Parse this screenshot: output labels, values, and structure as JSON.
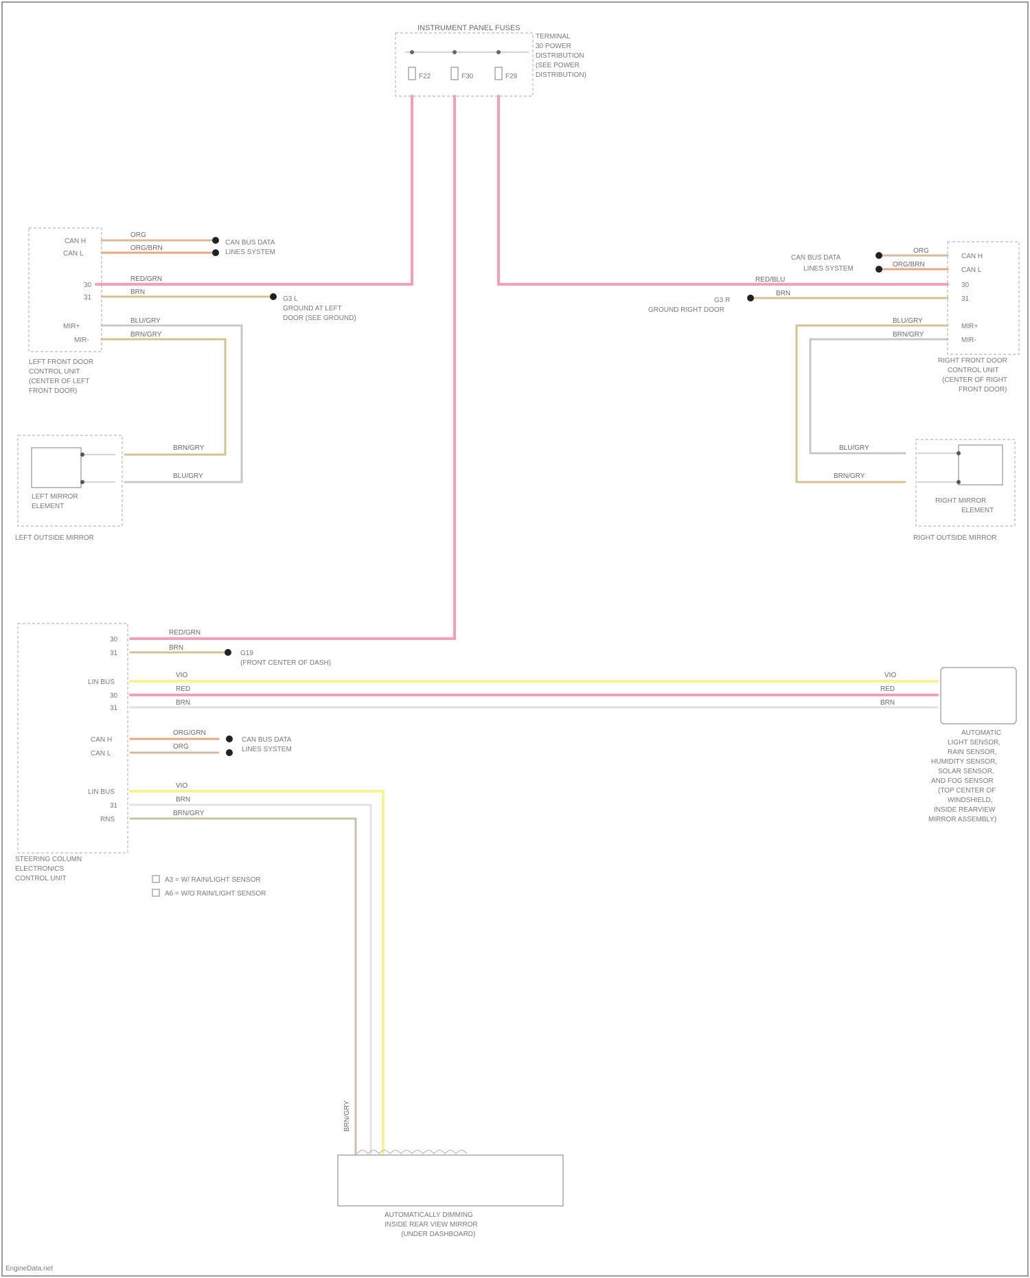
{
  "footer": {
    "watermark": "EngineData.net"
  },
  "fuse_panel": {
    "title": "INSTRUMENT PANEL FUSES",
    "fuses": [
      "F22",
      "F30",
      "F29"
    ],
    "note": [
      "TERMINAL",
      "30 POWER",
      "DISTRIBUTION",
      "(SEE POWER",
      "DISTRIBUTION)"
    ]
  },
  "left_door": {
    "pins": [
      "CAN H",
      "CAN L",
      "30",
      "31",
      "MIR+",
      "MIR-"
    ],
    "wire_colors": [
      "ORG",
      "ORG/BRN",
      "RED/GRN",
      "BRN",
      "BLU/GRY",
      "BRN/GRY"
    ],
    "bus_note": [
      "CAN BUS DATA",
      "LINES SYSTEM"
    ],
    "ground_note": [
      "G3 L",
      "GROUND AT LEFT",
      "DOOR (SEE GROUND)"
    ],
    "module_label": [
      "LEFT FRONT DOOR",
      "CONTROL UNIT",
      "(CENTER OF LEFT",
      "FRONT DOOR)"
    ]
  },
  "left_mirror": {
    "wire_colors": [
      "BRN/GRY",
      "BLU/GRY"
    ],
    "element_label": [
      "LEFT MIRROR",
      "ELEMENT"
    ],
    "assembly_label": "LEFT OUTSIDE MIRROR"
  },
  "right_door": {
    "pins": [
      "CAN H",
      "CAN L",
      "30",
      "31",
      "MIR+",
      "MIR-"
    ],
    "wire_colors": [
      "ORG",
      "ORG/BRN",
      "RED/BLU",
      "BRN",
      "BLU/GRY",
      "BRN/GRY"
    ],
    "bus_note": [
      "CAN BUS DATA",
      "LINES SYSTEM"
    ],
    "ground_note": [
      "G3 R",
      "GROUND RIGHT DOOR"
    ],
    "module_label": [
      "RIGHT FRONT DOOR",
      "CONTROL UNIT",
      "(CENTER OF RIGHT",
      "FRONT DOOR)"
    ]
  },
  "right_mirror": {
    "wire_colors": [
      "BLU/GRY",
      "BRN/GRY"
    ],
    "element_label": [
      "RIGHT MIRROR",
      "ELEMENT"
    ],
    "assembly_label": "RIGHT OUTSIDE MIRROR"
  },
  "steering_column": {
    "pins": [
      "30",
      "31",
      "LIN BUS",
      "30",
      "31",
      "CAN H",
      "CAN L",
      "LIN BUS",
      "31",
      "RNS"
    ],
    "wire_colors": [
      "RED/GRN",
      "BRN",
      "VIO",
      "RED",
      "BRN",
      "ORG/GRN",
      "ORG",
      "VIO",
      "BRN",
      "BRN/GRY"
    ],
    "ground_note": [
      "G19",
      "(FRONT CENTER OF DASH)"
    ],
    "bus_note": [
      "CAN BUS DATA",
      "LINES SYSTEM"
    ],
    "module_label": [
      "STEERING COLUMN",
      "ELECTRONICS",
      "CONTROL UNIT"
    ],
    "legend": [
      "A3 = W/ RAIN/LIGHT SENSOR",
      "A6 = W/O RAIN/LIGHT SENSOR"
    ]
  },
  "sensor_unit": {
    "wire_colors": [
      "VIO",
      "RED",
      "BRN"
    ],
    "label": [
      "AUTOMATIC",
      "LIGHT SENSOR,",
      "RAIN SENSOR,",
      "HUMIDITY SENSOR,",
      "SOLAR SENSOR,",
      "AND FOG SENSOR",
      "(TOP CENTER OF",
      "WINDSHIELD,",
      "INSIDE REARVIEW",
      "MIRROR ASSEMBLY)"
    ]
  },
  "seat_heater": {
    "wire_colors": [
      "BRN/GRY"
    ],
    "label": [
      "AUTOMATICALLY DIMMING",
      "INSIDE REAR VIEW MIRROR",
      "(UNDER DASHBOARD)"
    ]
  }
}
